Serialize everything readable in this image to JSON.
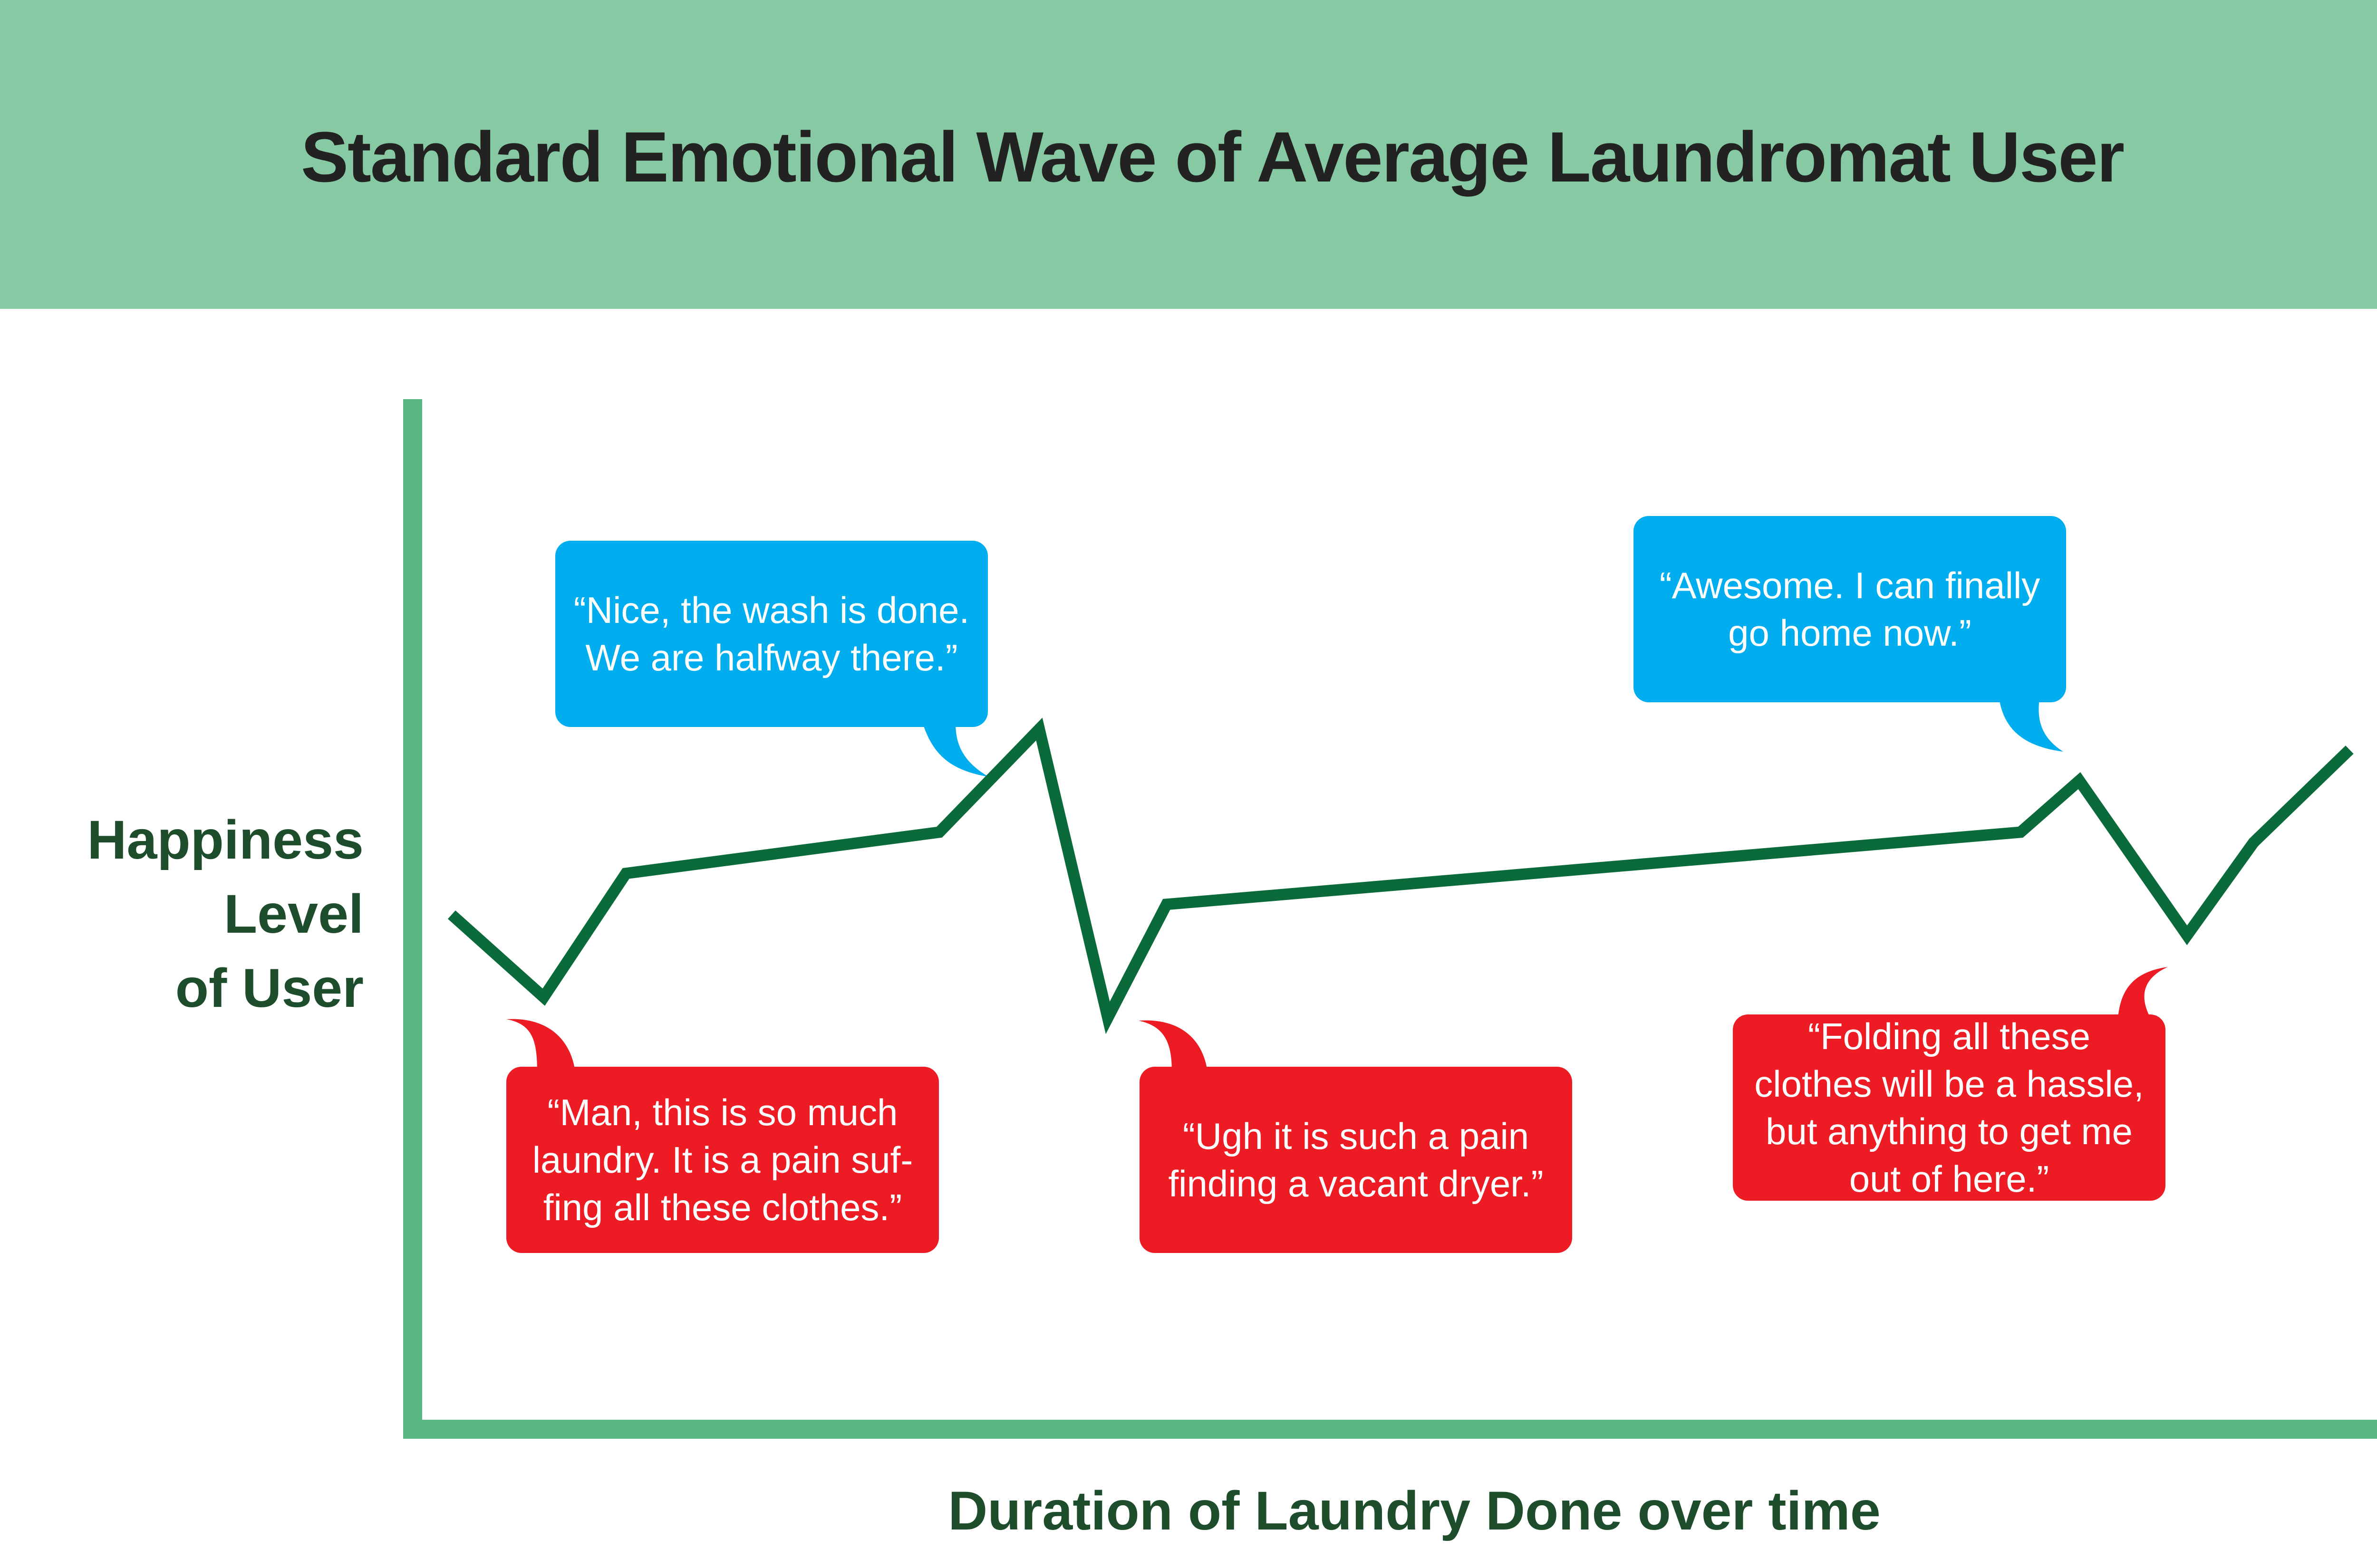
{
  "colors": {
    "header_bg": "#87c9a2",
    "axis": "#5ab884",
    "line": "#0b6a3a",
    "positive_bubble": "#00aeef",
    "negative_bubble": "#ed1c24"
  },
  "chart_data": {
    "type": "line",
    "title": "Standard Emotional Wave of Average Laundromat User",
    "xlabel": "Duration of Laundry Done over time",
    "ylabel": [
      "Happiness",
      "Level",
      "of User"
    ],
    "grid": false,
    "legend": "none",
    "xlim": [
      0,
      100
    ],
    "ylim": [
      0,
      100
    ],
    "series": [
      {
        "x": [
          1.7,
          6.4,
          10.6,
          26.6,
          31.7,
          35.2,
          38.2,
          81.8,
          84.8,
          90.3,
          93.7,
          98.6
        ],
        "y": [
          50,
          42,
          54,
          58,
          68,
          40,
          51,
          58,
          63,
          48,
          57,
          66
        ]
      }
    ],
    "annotations": [
      {
        "text": "“Nice, the wash is done. We are halfway there.”",
        "sentiment": "positive"
      },
      {
        "text": "“Awesome. I can finally go home now.”",
        "sentiment": "positive"
      },
      {
        "text": "“Man, this is so much laundry. It is a pain suf-fing all these clothes.”",
        "sentiment": "negative"
      },
      {
        "text": "“Ugh it is such a pain finding a vacant dryer.”",
        "sentiment": "negative"
      },
      {
        "text": "“Folding all these clothes will be a hassle, but anything to get me out of here.”",
        "sentiment": "negative"
      }
    ]
  }
}
